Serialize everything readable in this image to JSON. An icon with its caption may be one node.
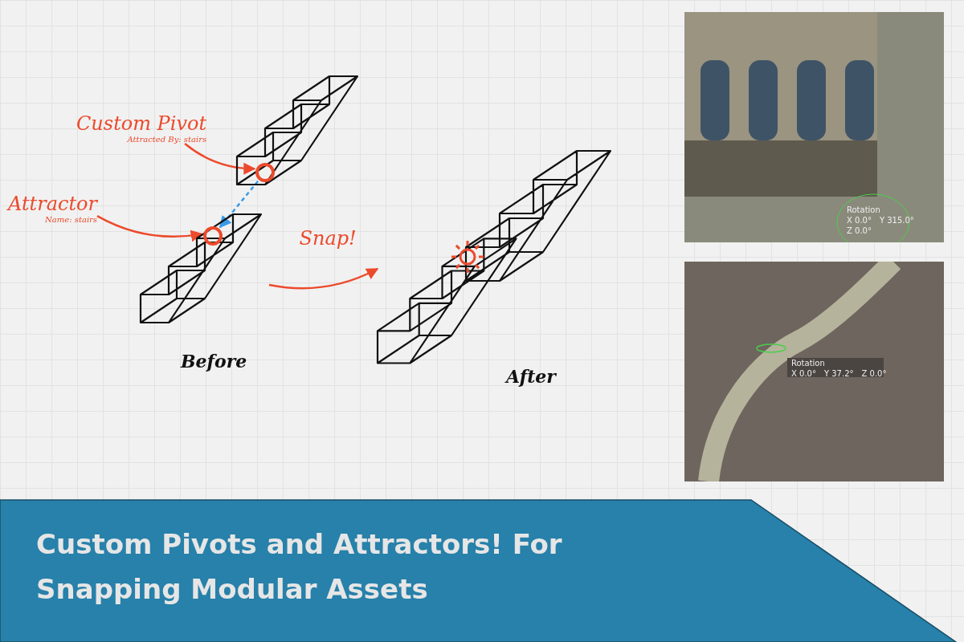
{
  "diagram": {
    "title": "Custom Pivots and Attractors! For Snapping Modular Assets",
    "nodes": [
      {
        "text": [
          "Custom Pivot",
          "Attracted By: stairs"
        ]
      },
      {
        "text": [],
        "shape": "picture"
      },
      {
        "text": [],
        "shape": "circle",
        "in": 1
      },
      {
        "text": [
          "Attractor",
          "Name: stairs"
        ]
      },
      {
        "text": [],
        "shape": "picture",
        "beside": [
          "Before"
        ]
      },
      {
        "text": [],
        "shape": "circle",
        "in": 4
      },
      {
        "text": [],
        "shape": "picture",
        "beside": [
          "After"
        ]
      }
    ],
    "edges": [
      {
        "from": 0,
        "to": 2,
        "arrow": "to"
      },
      {
        "from": 3,
        "to": 5,
        "arrow": "to"
      },
      {
        "from": 2,
        "to": 5,
        "arrow": "to",
        "style": "dashed",
        "color": "#3a9ae6"
      },
      {
        "from": 4,
        "to": 6,
        "arrow": "to",
        "label": "Snap!"
      }
    ],
    "labels": [
      "Rotation",
      "X 0.0°",
      "Y 315.0°",
      "Z 0.0°",
      "Rotation",
      "X 0.0°",
      "Y 37.2°",
      "Z 0.0°"
    ]
  }
}
